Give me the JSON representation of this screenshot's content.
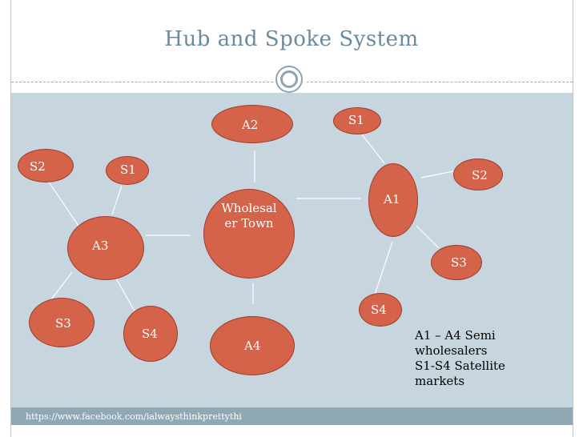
{
  "title": "Hub and Spoke System",
  "footer": {
    "url": "https://www.facebook.com/ialwaysthinkprettythi"
  },
  "diagram": {
    "hub": {
      "label": "Wholesaler Town",
      "line1": "Wholesal",
      "line2": "er Town"
    },
    "nodes": {
      "a1": "A1",
      "a2": "A2",
      "a3": "A3",
      "a4": "A4",
      "a3_s1": "S1",
      "a3_s2": "S2",
      "a3_s3": "S3",
      "a3_s4": "S4",
      "a1_s1": "S1",
      "a1_s2": "S2",
      "a1_s3": "S3",
      "a1_s4": "S4"
    }
  },
  "legend": {
    "line1": "A1 – A4 Semi",
    "line2": "wholesalers",
    "line3": "S1-S4 Satellite",
    "line4": "markets"
  },
  "colors": {
    "node_fill": "#d4634a",
    "node_border": "#9e3c2a",
    "content_background": "#c6d5de",
    "title": "#6b8a9d",
    "footer_bar": "#8ea9b4"
  }
}
